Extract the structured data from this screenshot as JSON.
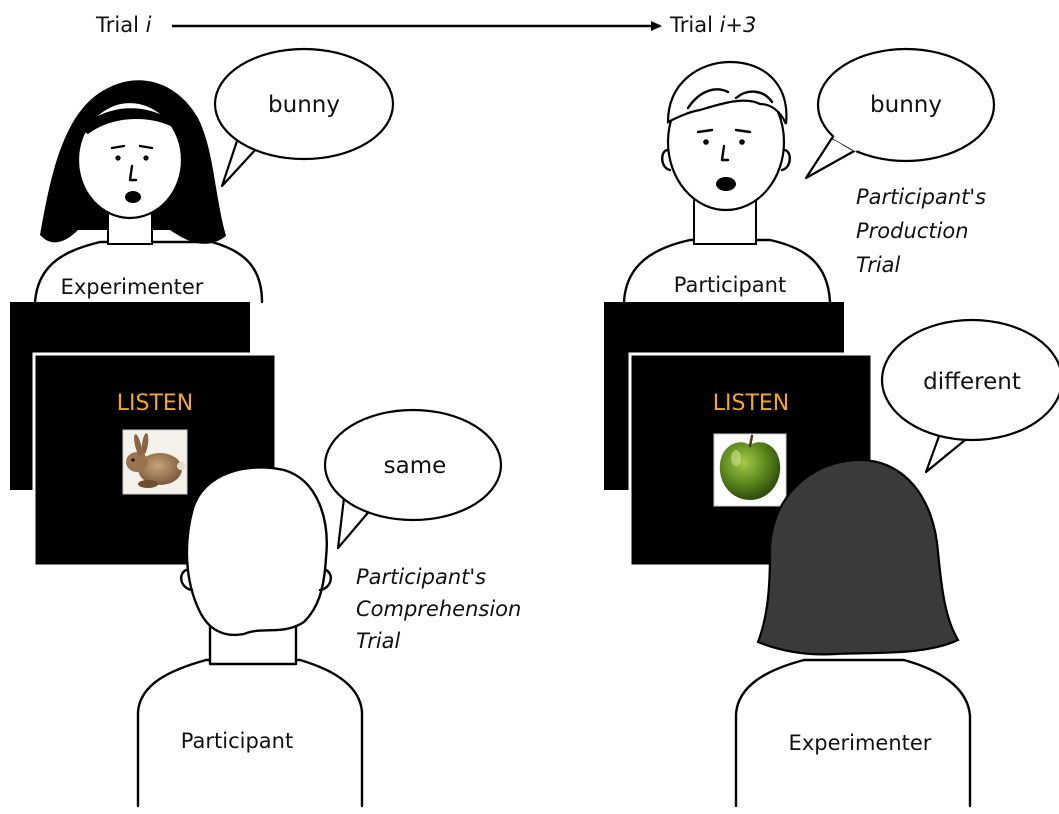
{
  "timeline": {
    "start_prefix": "Trial ",
    "start_index": "i",
    "end_prefix": "Trial ",
    "end_index": "i+3"
  },
  "left_panel": {
    "experimenter_label": "Experimenter",
    "experimenter_speech": "bunny",
    "screen_prompt": "LISTEN",
    "screen_picture": "rabbit-image",
    "participant_label": "Participant",
    "participant_speech": "same",
    "caption_lines": [
      "Participant's",
      "Comprehension",
      "Trial"
    ]
  },
  "right_panel": {
    "participant_label": "Participant",
    "participant_speech": "bunny",
    "caption_lines": [
      "Participant's",
      "Production",
      "Trial"
    ],
    "screen_prompt": "LISTEN",
    "screen_picture": "apple-image",
    "experimenter_label": "Experimenter",
    "experimenter_speech": "different"
  },
  "colors": {
    "prompt": "#f5a623",
    "screen": "#000000",
    "dark_hair": "#3a3a3a"
  }
}
